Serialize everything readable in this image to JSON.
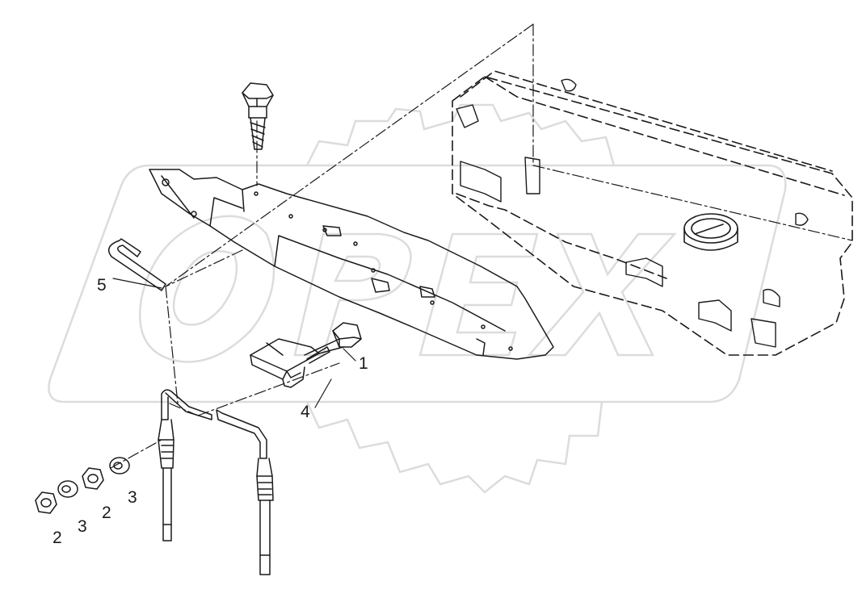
{
  "watermark": {
    "text": "OPEX",
    "color": "#e6e6e6"
  },
  "callouts": {
    "item_1": "1",
    "item_2a": "2",
    "item_2b": "2",
    "item_3a": "3",
    "item_3b": "3",
    "item_4": "4",
    "item_5": "5"
  },
  "colors": {
    "line": "#1a1a1a",
    "background": "#ffffff"
  }
}
